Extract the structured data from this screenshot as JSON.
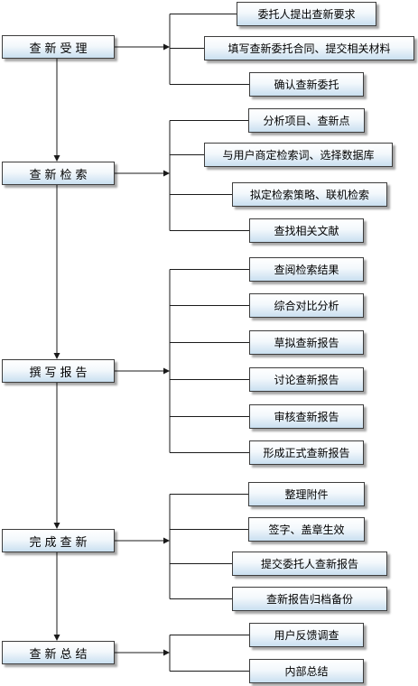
{
  "steps": [
    {
      "label": "查新受理",
      "subs": [
        "委托人提出查新要求",
        "填写查新委托合同、提交相关材料",
        "确认查新委托"
      ]
    },
    {
      "label": "查新检索",
      "subs": [
        "分析项目、查新点",
        "与用户商定检索词、选择数据库",
        "拟定检索策略、联机检索",
        "查找相关文献"
      ]
    },
    {
      "label": "撰写报告",
      "subs": [
        "查阅检索结果",
        "综合对比分析",
        "草拟查新报告",
        "讨论查新报告",
        "审核查新报告",
        "形成正式查新报告"
      ]
    },
    {
      "label": "完成查新",
      "subs": [
        "整理附件",
        "签字、盖章生效",
        "提交委托人查新报告",
        "查新报告归档备份"
      ]
    },
    {
      "label": "查新总结",
      "subs": [
        "用户反馈调查",
        "内部总结"
      ]
    }
  ],
  "colors": {
    "line": "#1a1a1a",
    "border": "#3d3d3d",
    "fill_top": "#ffffff",
    "fill_bottom": "#c9dff0"
  }
}
